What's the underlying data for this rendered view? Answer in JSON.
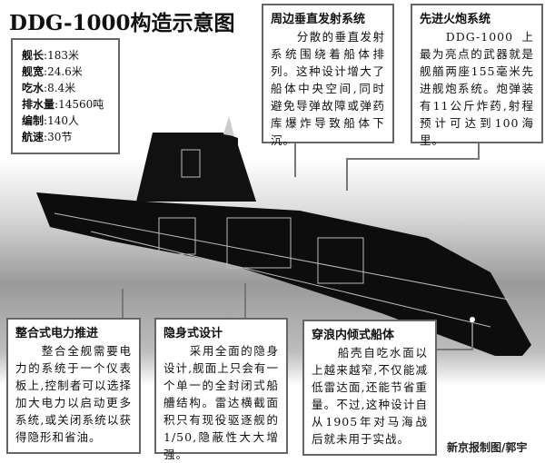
{
  "title": "DDG-1000构造示意图",
  "specs": [
    {
      "label": "舰长",
      "value": "183米"
    },
    {
      "label": "舰宽",
      "value": "24.6米"
    },
    {
      "label": "吃水",
      "value": "8.4米"
    },
    {
      "label": "排水量",
      "value": "14560吨"
    },
    {
      "label": "编制",
      "value": "140人"
    },
    {
      "label": "航速",
      "value": "30节"
    }
  ],
  "callouts": {
    "vls": {
      "heading": "周边垂直发射系统",
      "text": "分散的垂直发射系统围绕着船体排列。这种设计增大了船体中央空间,同时避免导弹故障或弹药库爆炸导致船体下沉。"
    },
    "gun": {
      "heading": "先进火炮系统",
      "text": "DDG-1000上最为亮点的武器就是舰艏两座155毫米先进舰炮系统。炮弹装有11公斤炸药,射程预计可达到100海里。"
    },
    "power": {
      "heading": "整合式电力推进",
      "text": "整合全舰需要电力的系统于一个仪表板上,控制者可以选择加大电力以启动更多系统,或关闭系统以获得隐形和省油。"
    },
    "stealth": {
      "heading": "隐身式设计",
      "text": "采用全面的隐身设计,舰面上只会有一个单一的全封闭式船艚结构。雷达横截面积只有现役驱逐舰的1/50,隐蔽性大大增强。"
    },
    "hull": {
      "heading": "穿浪内倾式船体",
      "text": "船壳自吃水面以上越来越窄,不仅能减低雷达面,还能节省重量。不过,这种设计自从1905年对马海战后就未用于实战。"
    }
  },
  "credit": "新京报制图/郭宇"
}
